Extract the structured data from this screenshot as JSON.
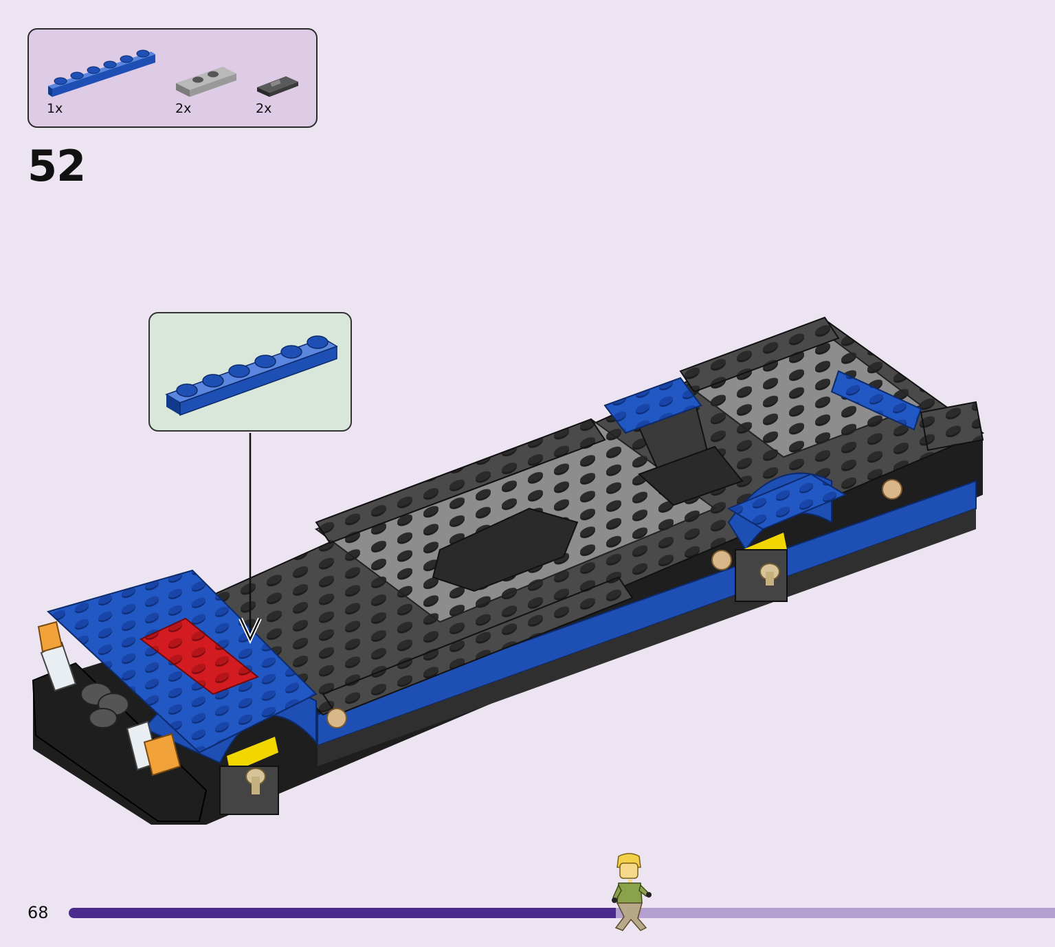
{
  "parts_list": {
    "items": [
      {
        "quantity": "1x",
        "part": "blue-plate-1x6"
      },
      {
        "quantity": "2x",
        "part": "grey-jumper-plate-1x3"
      },
      {
        "quantity": "2x",
        "part": "dark-grey-tile-1x2-grille"
      }
    ]
  },
  "step": {
    "number": "52"
  },
  "page": {
    "number": "68"
  },
  "progress": {
    "fraction": 0.555
  },
  "colors": {
    "page_background": "#ece4f1",
    "parts_box": "#decbe6",
    "callout": "#d9e7da",
    "blue_brick": "#1e4fb4",
    "dark_grey_brick": "#3c3c3c",
    "light_grey_brick": "#8c8c8c",
    "red_brick": "#c8161d",
    "progress_fill": "#4a2a8c",
    "progress_track": "#b4a0d0"
  }
}
